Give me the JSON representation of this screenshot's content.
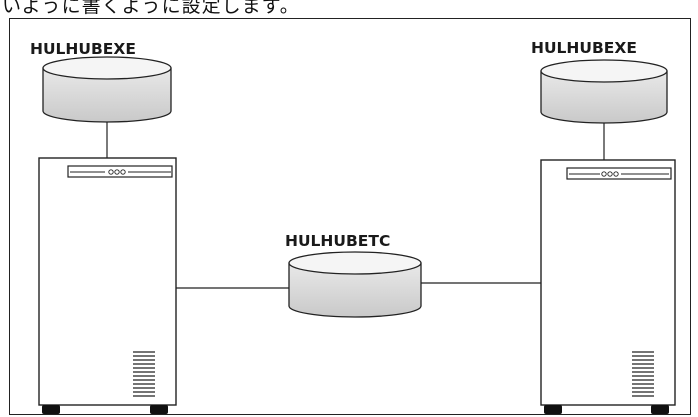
{
  "caption": "いように書くように設定します。",
  "labels": {
    "left_store": "HULHUBEXE",
    "right_store": "HULHUBEXE",
    "center_store": "HULHUBETC"
  }
}
